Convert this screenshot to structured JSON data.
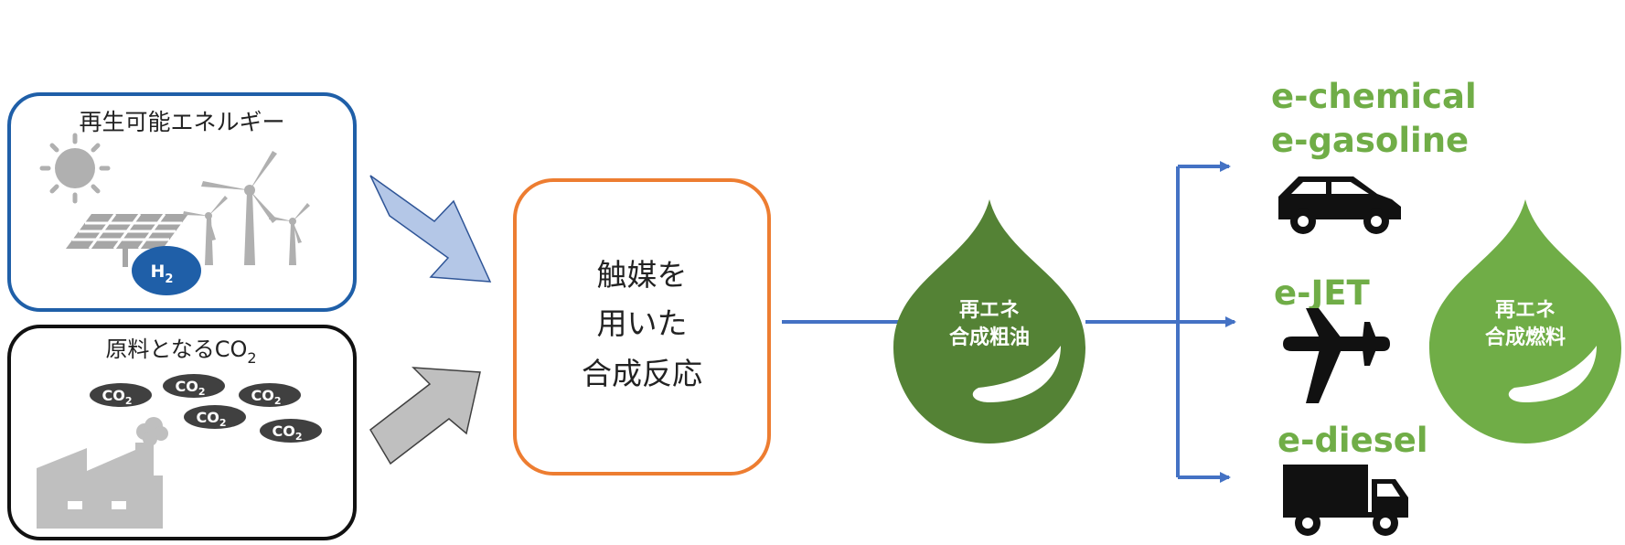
{
  "boxes": {
    "renewable": {
      "title": "再生可能エネルギー",
      "h2_main": "H",
      "h2_sub": "2"
    },
    "co2_source": {
      "title_main": "原料となるCO",
      "title_sub": "2",
      "bubble_main": "CO",
      "bubble_sub": "2"
    },
    "reaction": {
      "line1": "触媒を",
      "line2": "用いた",
      "line3": "合成反応"
    }
  },
  "drops": {
    "crude": {
      "line1": "再エネ",
      "line2": "合成粗油"
    },
    "fuel": {
      "line1": "再エネ",
      "line2": "合成燃料"
    }
  },
  "products": {
    "top": {
      "line1": "e-chemical",
      "line2": "e-gasoline",
      "icon": "car-icon"
    },
    "middle": {
      "line1": "e-JET",
      "icon": "airplane-icon"
    },
    "bottom": {
      "line1": "e-diesel",
      "icon": "truck-icon"
    }
  },
  "colors": {
    "renewable_border": "#1f5fa8",
    "reaction_border": "#ed7d31",
    "arrow_blue": "#4472c4",
    "drop_dark": "#548235",
    "drop_light": "#70ad47",
    "label_green": "#70ad47",
    "h2_fill": "#1f5fa8"
  }
}
